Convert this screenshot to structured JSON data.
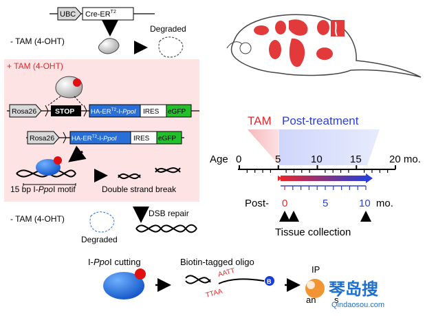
{
  "cre_panel": {
    "ubc_label": "UBC",
    "cre_label": "Cre-ER",
    "cre_sup": "T2",
    "minus_tam": "- TAM (4-OHT)",
    "degraded": "Degraded"
  },
  "plus_panel": {
    "plus_tam": "+ TAM (4-OHT)",
    "rosa26": "Rosa26",
    "stop": "STOP",
    "ha_er_prefix": "HA-ER",
    "ha_er_sup": "T2",
    "ha_er_suffix": "-I-",
    "ppol": "PpoI",
    "ires": "IRES",
    "egfp": "eGFP",
    "motif_prefix": "15 bp I-",
    "motif_italic": "Ppo",
    "motif_suffix": "I motif",
    "dsb": "Double strand break"
  },
  "repair_panel": {
    "minus_tam": "- TAM (4-OHT)",
    "dsb_repair": "DSB repair",
    "degraded": "Degraded"
  },
  "timeline": {
    "tam_label": "TAM",
    "post_treatment_label": "Post-treatment",
    "age_label": "Age",
    "age_ticks": [
      "0",
      "5",
      "10",
      "15",
      "20 mo."
    ],
    "post_label": "Post-",
    "post_ticks": [
      "0",
      "5",
      "10 mo."
    ],
    "tissue_collection": "Tissue collection",
    "colors": {
      "tam": "#e8262c",
      "post": "#2b3fd6"
    }
  },
  "bottom": {
    "ippol_prefix": "I-",
    "ippol_italic": "Ppo",
    "ippol_suffix": "I cutting",
    "biotin": "Biotin-tagged oligo",
    "ip_text": "IP",
    "seq_top": "AATT",
    "seq_bottom": "TTAA",
    "biotin_b": "B",
    "analysis_fragment": "an",
    "analysis_fragment2": "s"
  },
  "watermark": {
    "brand_cn": "琴岛搜",
    "brand_url": "Qindaosou.com"
  }
}
